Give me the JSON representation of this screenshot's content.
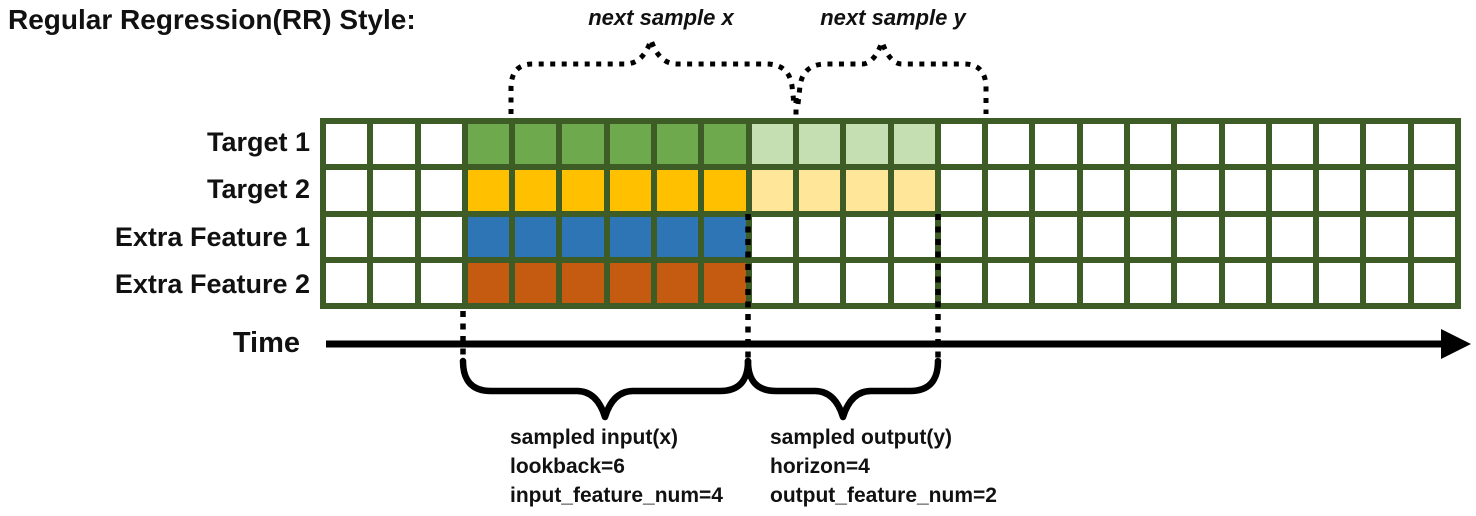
{
  "title": "Regular Regression(RR) Style:",
  "annotations": {
    "next_sample_x": "next sample x",
    "next_sample_y": "next sample y",
    "time_label": "Time",
    "input_block": [
      "sampled input(x)",
      "lookback=6",
      "input_feature_num=4"
    ],
    "output_block": [
      "sampled output(y)",
      "horizon=4",
      "output_feature_num=2"
    ]
  },
  "grid": {
    "columns": 24,
    "lookback_start": 3,
    "lookback": 6,
    "horizon": 4,
    "rows": [
      {
        "label": "Target 1",
        "input_color": "#6eaa4d",
        "output_color": "#c5dfb3",
        "has_output": true
      },
      {
        "label": "Target 2",
        "input_color": "#ffc000",
        "output_color": "#ffe699",
        "has_output": true
      },
      {
        "label": "Extra Feature 1",
        "input_color": "#2e75b6",
        "output_color": null,
        "has_output": false
      },
      {
        "label": "Extra Feature 2",
        "input_color": "#c55a11",
        "output_color": null,
        "has_output": false
      }
    ]
  },
  "colors": {
    "grid_border": "#3e5c26",
    "annotation": "#000000",
    "empty_cell": "#ffffff"
  }
}
